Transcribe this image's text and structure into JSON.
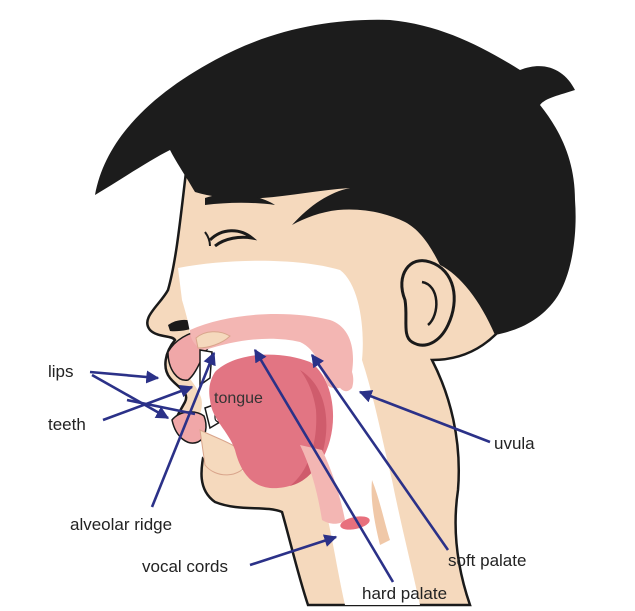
{
  "labels": {
    "lips": "lips",
    "teeth": "teeth",
    "tongue": "tongue",
    "alveolar_ridge": "alveolar ridge",
    "vocal_cords": "vocal cords",
    "hard_palate": "hard palate",
    "soft_palate": "soft palate",
    "uvula": "uvula"
  },
  "colors": {
    "hair": "#1c1c1c",
    "skin": "#f5d9bd",
    "outline": "#1a1a1a",
    "cavity": "#ffffff",
    "lip_pink": "#f0a7a8",
    "palate_pink": "#f3b6b3",
    "tongue": "#e27583",
    "tongue_dark": "#cf5c6c",
    "vocal_cords": "#e8707d",
    "arrow": "#2b3188"
  }
}
